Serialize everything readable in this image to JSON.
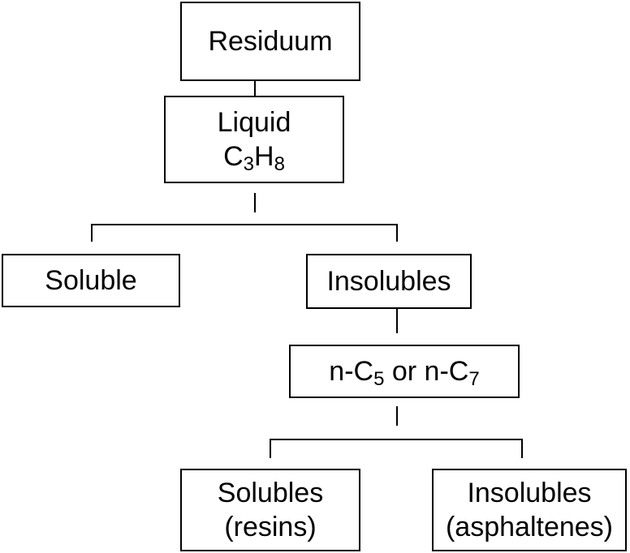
{
  "nodes": {
    "residuum": {
      "label": "Residuum"
    },
    "liquid_propane": {
      "line1": "Liquid",
      "formula": {
        "c": "C",
        "c_sub": "3",
        "h": "H",
        "h_sub": "8"
      }
    },
    "soluble": {
      "label": "Soluble"
    },
    "insolubles": {
      "label": "Insolubles"
    },
    "solvent": {
      "prefix1": "n-C",
      "sub1": "5",
      "middle": " or n-C",
      "sub2": "7"
    },
    "solubles_resins": {
      "line1": "Solubles",
      "line2": "(resins)"
    },
    "insolubles_asphaltenes": {
      "line1": "Insolubles",
      "line2": "(asphaltenes)"
    }
  }
}
